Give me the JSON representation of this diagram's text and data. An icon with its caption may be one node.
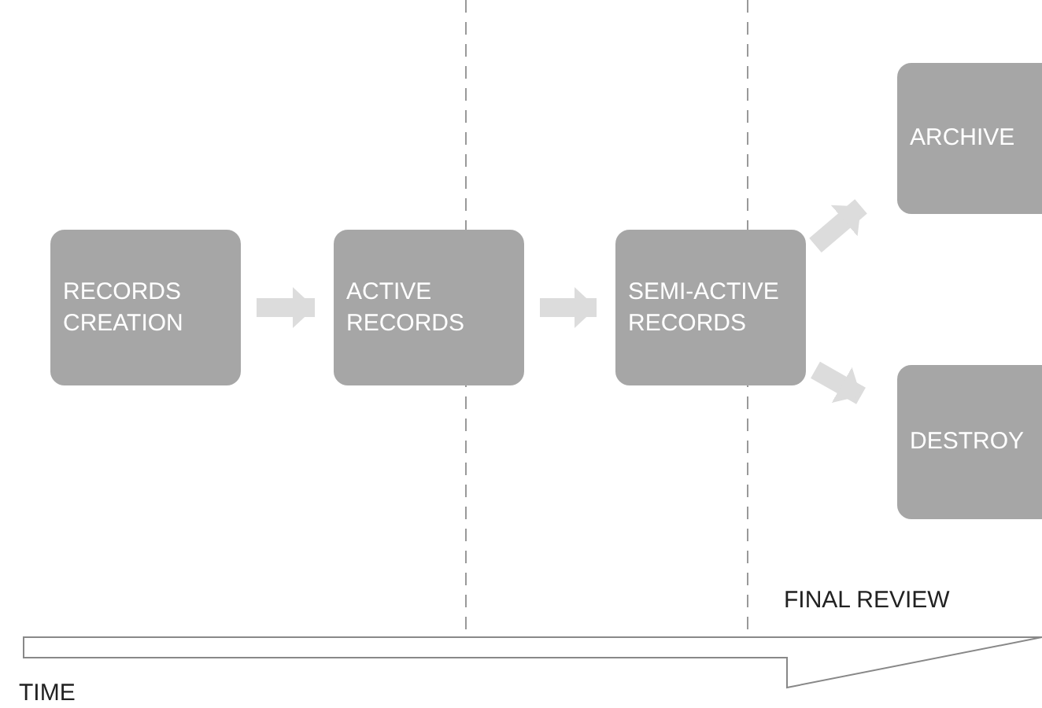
{
  "diagram": {
    "nodes": [
      {
        "text": [
          "RECORDS CREATION"
        ]
      },
      {
        "text": [
          "ACTIVE RECORDS"
        ]
      },
      {
        "text": [
          "SEMI-ACTIVE RECORDS"
        ]
      },
      {
        "text": [
          "ARCHIVE"
        ]
      },
      {
        "text": [
          "DESTROY"
        ]
      }
    ],
    "edges": [
      {
        "from": 0,
        "to": 1,
        "arrow": "to"
      },
      {
        "from": 1,
        "to": 2,
        "arrow": "to"
      },
      {
        "from": 2,
        "to": 3,
        "arrow": "to"
      },
      {
        "from": 2,
        "to": 4,
        "arrow": "to"
      }
    ],
    "labels": [
      "FINAL REVIEW",
      "TIME"
    ]
  }
}
